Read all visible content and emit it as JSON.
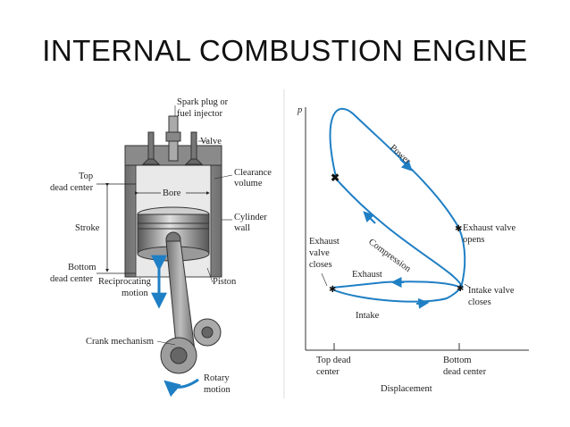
{
  "slide": {
    "title": "INTERNAL COMBUSTION ENGINE"
  },
  "engine": {
    "labels": {
      "spark_plug": [
        "Spark plug or",
        "fuel injector"
      ],
      "valve": "Valve",
      "top_dead_center": [
        "Top",
        "dead center"
      ],
      "bore": "Bore",
      "clearance_volume": [
        "Clearance",
        "volume"
      ],
      "stroke": "Stroke",
      "cylinder_wall": [
        "Cylinder",
        "wall"
      ],
      "bottom_dead_center": [
        "Bottom",
        "dead center"
      ],
      "reciprocating_motion": [
        "Reciprocating",
        "motion"
      ],
      "piston": "Piston",
      "crank_mechanism": "Crank mechanism",
      "rotary_motion": [
        "Rotary",
        "motion"
      ]
    }
  },
  "pv_diagram": {
    "y_axis_label": "p",
    "x_axis_label": "Displacement",
    "x_ticks": [
      [
        "Top dead",
        "center"
      ],
      [
        "Bottom",
        "dead center"
      ]
    ],
    "process_labels": {
      "power": "Power",
      "compression": "Compression",
      "exhaust": "Exhaust",
      "intake": "Intake",
      "exhaust_valve_opens": [
        "Exhaust valve",
        "opens"
      ],
      "exhaust_valve_closes": [
        "Exhaust",
        "valve",
        "closes"
      ],
      "intake_valve_closes": [
        "Intake valve",
        "closes"
      ]
    },
    "line_color": "#1f7fc4"
  }
}
